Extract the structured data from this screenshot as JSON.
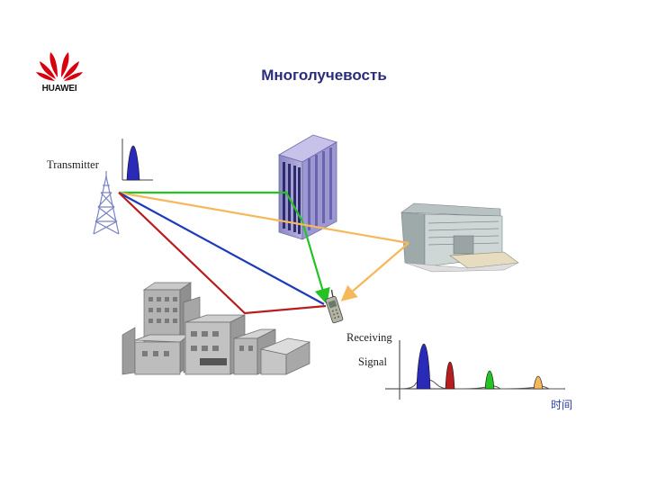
{
  "brand": {
    "logo_text": "HUAWEI",
    "logo_color": "#d7000f"
  },
  "slide": {
    "title": "Многолучевость"
  },
  "diagram": {
    "transmitter_label": "Transmitter",
    "receiving_label": "Receiving",
    "signal_label": "Signal",
    "time_label": "时间",
    "path_colors": {
      "direct": "#1d3bb8",
      "reflect_low_buildings": "#b81d1d",
      "reflect_tower": "#22c322",
      "reflect_office": "#f5b85a"
    },
    "icons": [
      "transmission-tower-icon",
      "tall-building-icon",
      "office-building-icon",
      "city-block-icon",
      "mobile-phone-icon"
    ]
  }
}
